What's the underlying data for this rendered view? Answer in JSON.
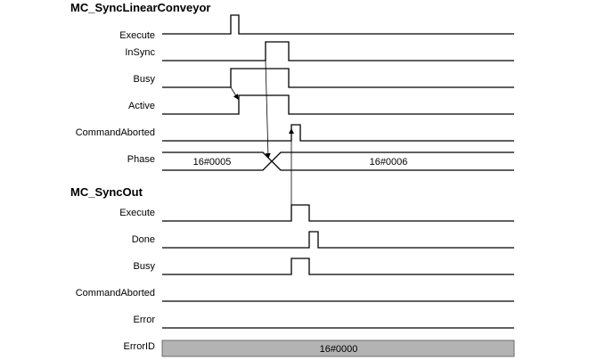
{
  "sections": [
    {
      "title": "MC_SyncLinearConveyor",
      "signals": [
        {
          "label": "Execute"
        },
        {
          "label": "InSync"
        },
        {
          "label": "Busy"
        },
        {
          "label": "Active"
        },
        {
          "label": "CommandAborted"
        },
        {
          "label": "Phase",
          "values": [
            "16#0005",
            "16#0006"
          ]
        }
      ]
    },
    {
      "title": "MC_SyncOut",
      "signals": [
        {
          "label": "Execute"
        },
        {
          "label": "Done"
        },
        {
          "label": "Busy"
        },
        {
          "label": "CommandAborted"
        },
        {
          "label": "Error"
        },
        {
          "label": "ErrorID",
          "values": [
            "16#0000"
          ]
        }
      ]
    }
  ],
  "colors": {
    "line": "#000000",
    "errorid_fill": "#b3b3b3"
  }
}
